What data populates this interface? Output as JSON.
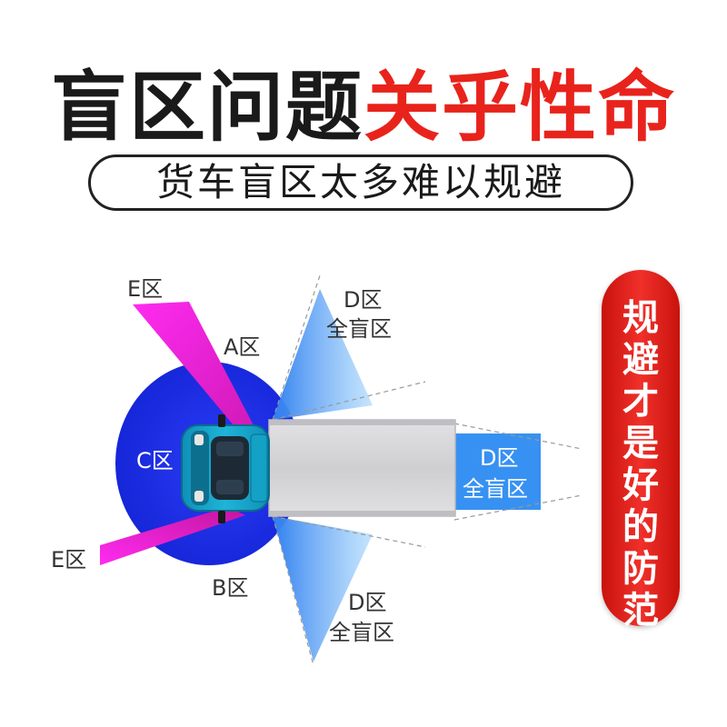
{
  "headline": {
    "part1": "盲区问题",
    "part2": "关乎性命"
  },
  "subtitle": "货车盲区太多难以规避",
  "banner_chars": [
    "规",
    "避",
    "才",
    "是",
    "好",
    "的",
    "防",
    "范"
  ],
  "zones": {
    "e_top": "E区",
    "e_bottom": "E区",
    "a": "A区",
    "b": "B区",
    "c": "C区",
    "d_top_1": "D区",
    "d_top_2": "全盲区",
    "d_rear_1": "D区",
    "d_rear_2": "全盲区",
    "d_bottom_1": "D区",
    "d_bottom_2": "全盲区"
  },
  "colors": {
    "headline_red": "#e8231c",
    "c_zone_blue": "#1a2ee8",
    "e_zone_magenta": "#ff1fe0",
    "d_zone_blue": "#3a8ef0",
    "cab_teal": "#18a6c9",
    "cargo_gray": "#d6d6d8"
  }
}
